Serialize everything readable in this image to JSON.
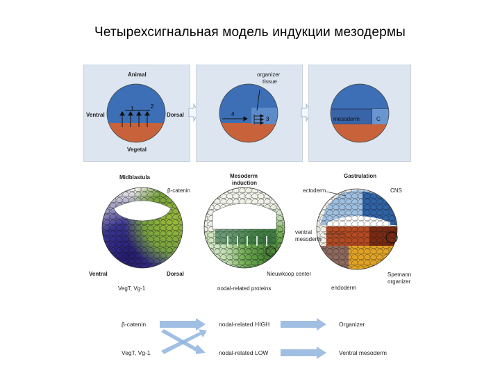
{
  "title": "Четырехсигнальная  модель индукции мезодермы",
  "top_panels": {
    "panel1": {
      "animal": "Animal",
      "vegetal": "Vegetal",
      "ventral": "Ventral",
      "dorsal": "Dorsal",
      "num1": "1",
      "num2": "2"
    },
    "panel2": {
      "organizer": "organizer",
      "tissue": "tissue",
      "num4": "4",
      "num3": "3"
    },
    "panel3": {
      "mesoderm": "mesoderm",
      "c": "C"
    }
  },
  "embryos": {
    "midblastula": {
      "title": "Midblastula",
      "beta_catenin": "β-catenin",
      "ventral": "Ventral",
      "dorsal": "Dorsal",
      "vegt": "VegT, Vg-1"
    },
    "induction": {
      "title1": "Mesoderm",
      "title2": "induction",
      "nieuwkoop": "Nieuwkoop center",
      "nodal": "nodal-related proteins"
    },
    "gastrulation": {
      "title": "Gastrulation",
      "ectoderm": "ectoderm",
      "cns": "CNS",
      "ventral": "ventral",
      "mesoderm": "mesoderm",
      "endoderm": "endoderm",
      "spemann": "Spemann",
      "organizer": "organizer"
    }
  },
  "flow": {
    "row1": {
      "source": "β-catenin",
      "mid": "nodal-related HIGH",
      "target": "Organizer"
    },
    "row2": {
      "source": "VegT, Vg-1",
      "mid": "nodal-related LOW",
      "target": "Ventral mesoderm"
    }
  },
  "colors": {
    "animal_blue": "#3d6fb6",
    "vegetal_orange": "#c8623a",
    "panel_bg": "#dde6f0",
    "arrow_blue": "#8fb4dd"
  }
}
